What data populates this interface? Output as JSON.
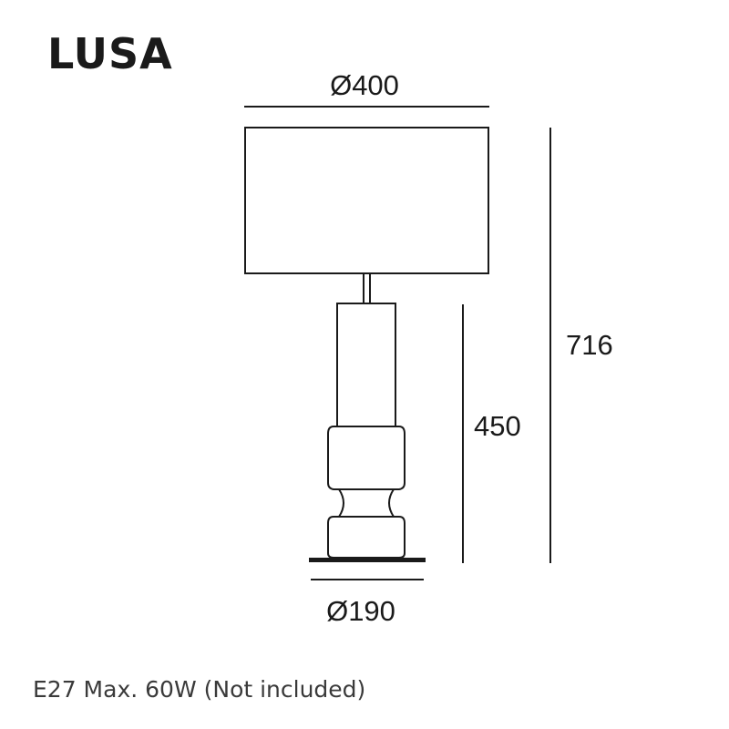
{
  "title": "LUSA",
  "dimensions": {
    "shade_diameter": "Ø400",
    "base_diameter": "Ø190",
    "total_height": "716",
    "base_height": "450"
  },
  "spec_text": "E27 Max. 60W (Not included)",
  "colors": {
    "line": "#1a1a1a",
    "text": "#1a1a1a",
    "spec_text": "#3a3a3a",
    "background": "#ffffff"
  }
}
